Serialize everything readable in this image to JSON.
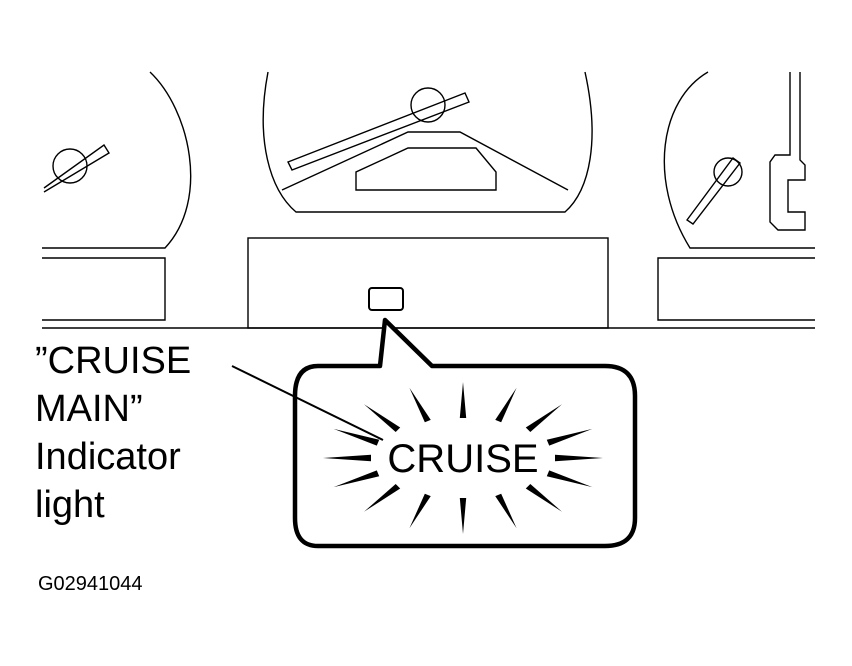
{
  "diagram": {
    "label_lines": [
      "”CRUISE",
      "MAIN”",
      "Indicator",
      "light"
    ],
    "callout_text": "CRUISE",
    "figure_code": "G02941044",
    "colors": {
      "ink": "#000000",
      "paper": "#ffffff"
    }
  }
}
